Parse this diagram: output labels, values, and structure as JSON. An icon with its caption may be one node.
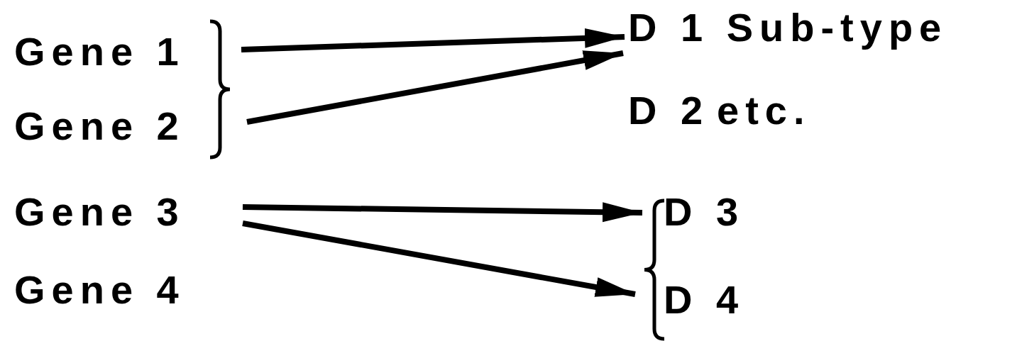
{
  "diagram": {
    "nodes": [
      {
        "text": [
          "Gene 1"
        ]
      },
      {
        "text": [
          "Gene 2"
        ]
      },
      {
        "text": [
          "Gene 3"
        ]
      },
      {
        "text": [
          "D 1 Sub-type"
        ]
      },
      {
        "text": [
          "D 3"
        ]
      },
      {
        "text": [
          "D 4"
        ]
      }
    ],
    "edges": [
      {
        "from": 0,
        "to": 3,
        "arrow": "to"
      },
      {
        "from": 1,
        "to": 3,
        "arrow": "to"
      },
      {
        "from": 2,
        "to": 4,
        "arrow": "to"
      },
      {
        "from": 2,
        "to": 5,
        "arrow": "to"
      }
    ],
    "labels": [
      "D 2",
      "etc.",
      "Gene 4"
    ]
  }
}
